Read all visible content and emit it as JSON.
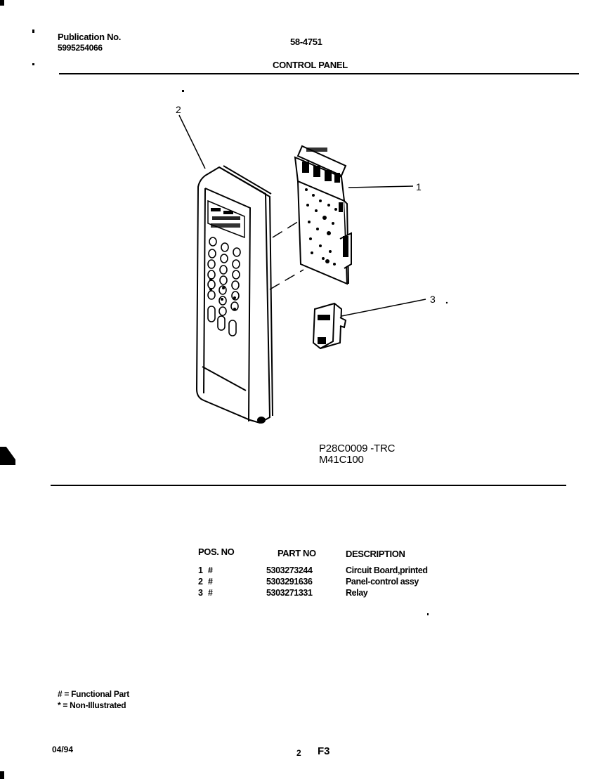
{
  "header": {
    "publication_label": "Publication No.",
    "publication_number": "5995254066",
    "doc_number": "58-4751",
    "section_title": "CONTROL PANEL"
  },
  "diagram": {
    "callouts": [
      "1",
      "2",
      "3"
    ],
    "model_numbers": [
      "P28C0009 -TRC",
      "M41C100"
    ]
  },
  "parts_table": {
    "headers": {
      "pos": "POS. NO",
      "part": "PART NO",
      "description": "DESCRIPTION"
    },
    "rows": [
      {
        "pos": "1",
        "flag": "#",
        "part": "5303273244",
        "description": "Circuit Board,printed"
      },
      {
        "pos": "2",
        "flag": "#",
        "part": "5303291636",
        "description": "Panel-control assy"
      },
      {
        "pos": "3",
        "flag": "#",
        "part": "5303271331",
        "description": "Relay"
      }
    ]
  },
  "legend": {
    "functional": "# = Functional Part",
    "non_illustrated": "* = Non-Illustrated"
  },
  "footer": {
    "date": "04/94",
    "page": "2",
    "code": "F3"
  }
}
